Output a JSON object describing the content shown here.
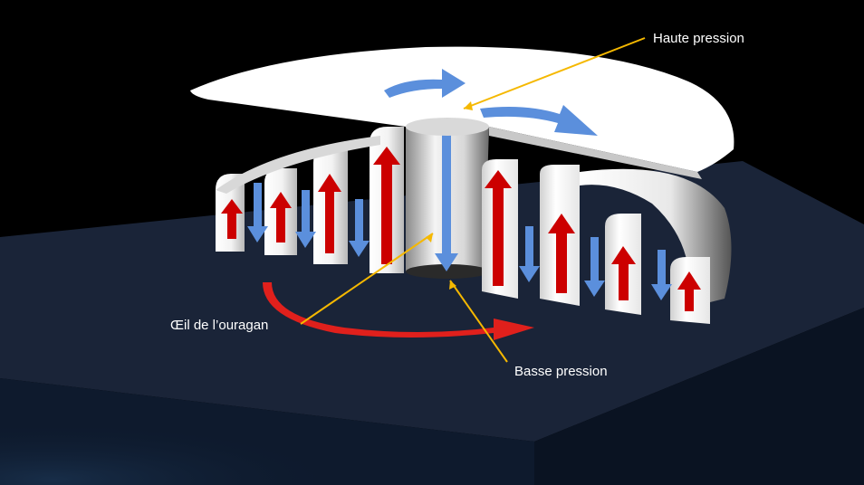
{
  "labels": {
    "high_pressure": "Haute pression",
    "low_pressure": "Basse pression",
    "eye": "Œil de l’ouragan"
  },
  "colors": {
    "background": "#000000",
    "ground_top": "#1a2438",
    "ground_side": "#0f1a2c",
    "ground_front": "#0b1526",
    "callout_line": "#f5b800",
    "updraft_arrow": "#cc0000",
    "downdraft_arrow": "#5b8fdc",
    "surface_rotation_arrow": "#e0201c",
    "upper_outflow_arrow": "#5b8fdc",
    "cloud": "#ffffff"
  }
}
